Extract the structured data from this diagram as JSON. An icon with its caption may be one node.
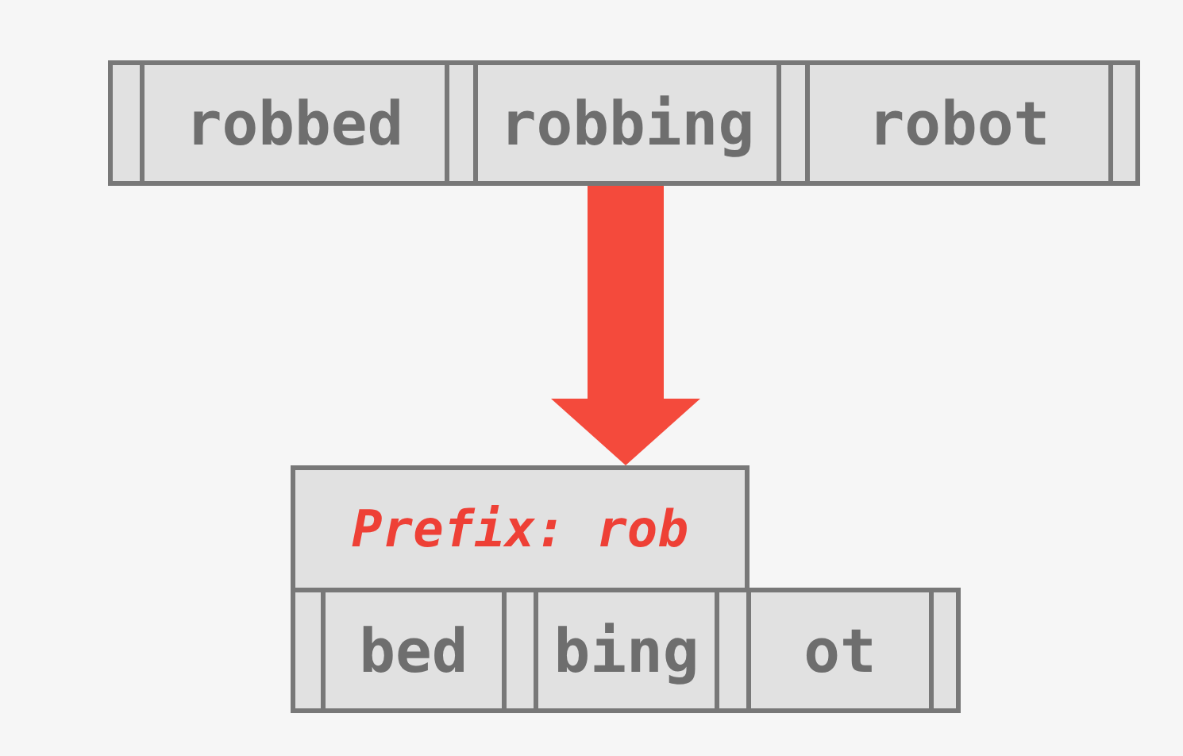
{
  "diagram": {
    "nodes": [
      {
        "text": [],
        "shape": "box"
      },
      {
        "text": [],
        "shape": "box",
        "in": 0
      },
      {
        "text": [
          "robbed"
        ],
        "in": 0
      },
      {
        "text": [],
        "shape": "box",
        "in": 0
      },
      {
        "text": [
          "robbing"
        ],
        "in": 0
      },
      {
        "text": [],
        "shape": "box",
        "in": 0
      },
      {
        "text": [
          "robot"
        ],
        "in": 0
      },
      {
        "text": [],
        "shape": "box",
        "in": 0
      },
      {
        "text": [
          "Prefix: rob"
        ]
      },
      {
        "text": [],
        "shape": "box"
      },
      {
        "text": [],
        "shape": "box",
        "in": 9
      },
      {
        "text": [
          "bed"
        ],
        "in": 9
      },
      {
        "text": [],
        "shape": "box",
        "in": 9
      },
      {
        "text": [
          "bing"
        ],
        "in": 9
      },
      {
        "text": [],
        "shape": "box",
        "in": 9
      },
      {
        "text": [
          "ot"
        ],
        "in": 9
      },
      {
        "text": [],
        "shape": "box",
        "in": 9
      }
    ],
    "edges": [
      {
        "from": 0,
        "to": 8,
        "arrow": "to",
        "color": "#f44a3c"
      }
    ]
  }
}
